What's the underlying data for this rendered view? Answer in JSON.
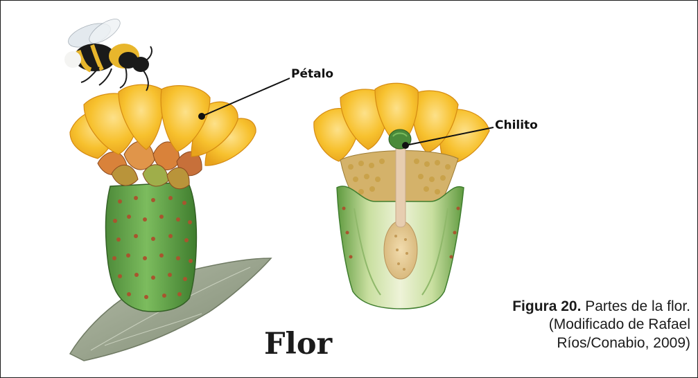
{
  "figure": {
    "labels": {
      "petal": "Pétalo",
      "chilito": "Chilito"
    },
    "title": "Flor",
    "caption": {
      "number": "Figura 20.",
      "text": " Partes de la flor.",
      "line2": "(Modificado de Rafael",
      "line3": "Ríos/Conabio, 2009)"
    }
  },
  "colors": {
    "petal_yellow": "#f7c12e",
    "petal_light": "#fbd868",
    "petal_edge": "#e39a16",
    "sepal_orange": "#d9823a",
    "cactus_green": "#6aa84f",
    "cactus_dark": "#3f7d2e",
    "areole": "#a8552e",
    "pad_gray": "#9aa58e",
    "bee_black": "#1a1a1a",
    "bee_yellow": "#e8b62c",
    "pistil": "#e7cdb0",
    "anther": "#c9a24a",
    "line": "#111111"
  },
  "icons": {
    "bee": "bee-icon",
    "pointer_dot": "dot-marker"
  }
}
